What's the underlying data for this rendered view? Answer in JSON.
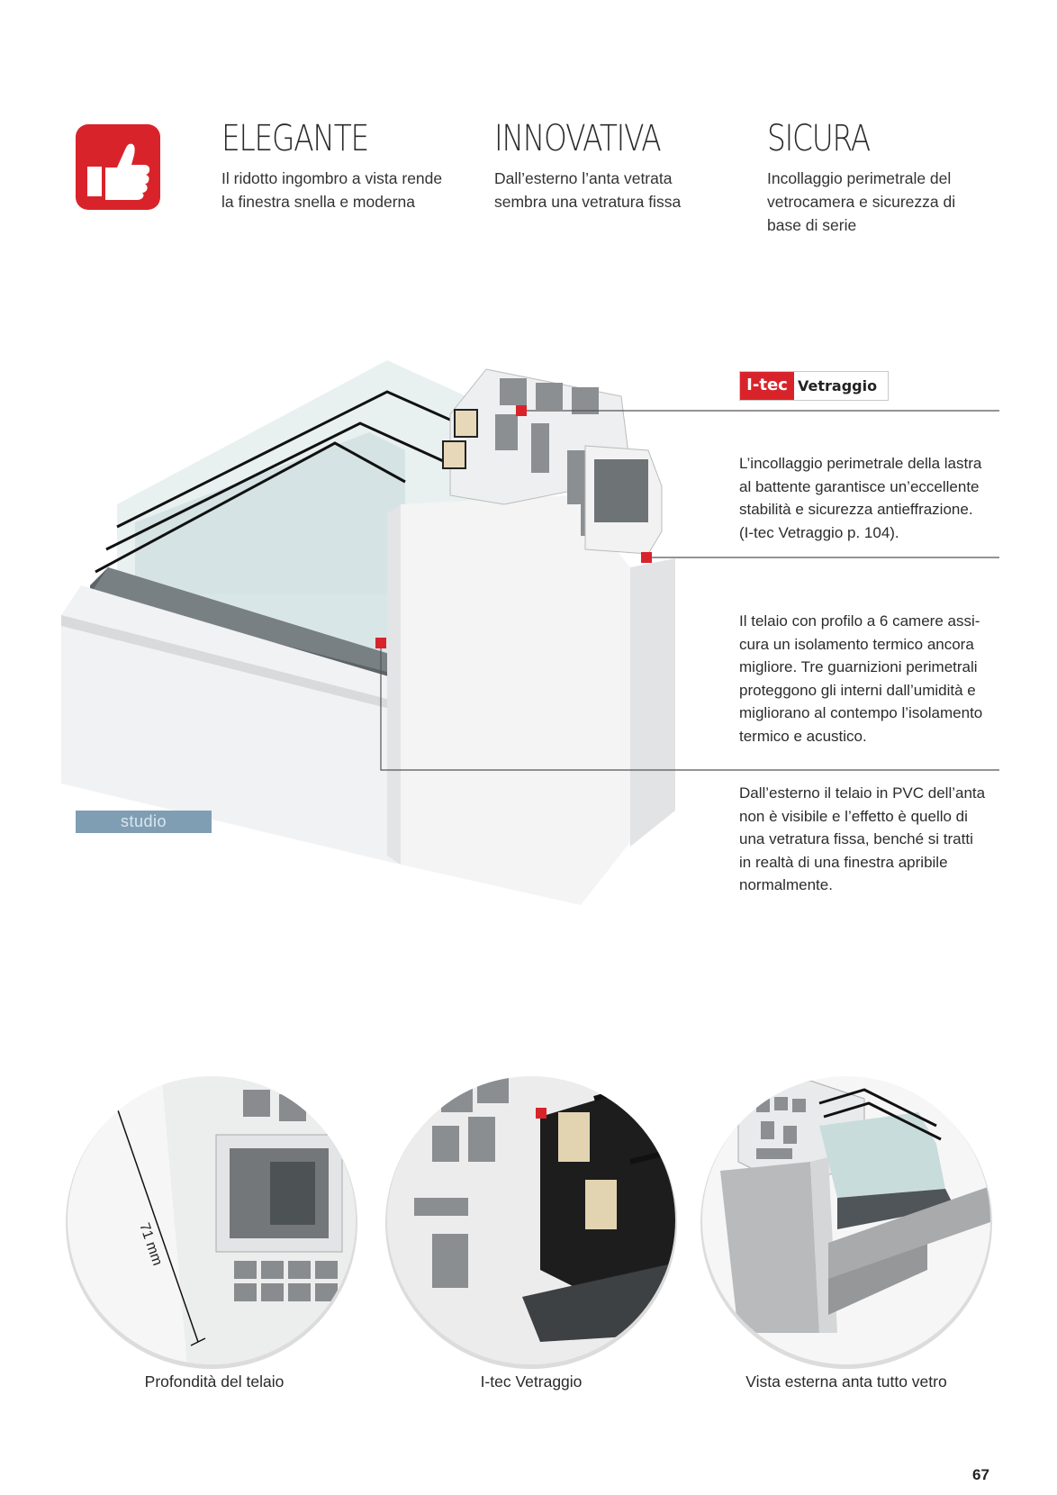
{
  "features": [
    {
      "title": "ELEGANTE",
      "text": [
        "Il ridotto ingombro a vista rende",
        "la finestra snella e moderna"
      ]
    },
    {
      "title": "INNOVATIVA",
      "text": [
        "Dall’esterno l’anta vetrata",
        "sembra una vetratura fissa"
      ]
    },
    {
      "title": "SICURA",
      "text": [
        "Incollaggio perimetrale del",
        "vetrocamera e sicurezza di",
        "base di serie"
      ]
    }
  ],
  "badge": {
    "brand": "I-tec",
    "label": "Vetraggio"
  },
  "callouts": [
    [
      "L’incollaggio perimetrale della lastra",
      "al battente garantisce un’eccellente",
      "stabilità e sicurezza antieffrazione.",
      "(I-tec Vetraggio p. 104)."
    ],
    [
      "Il telaio con profilo a 6 camere assi-",
      "cura un isolamento termico ancora",
      "migliore. Tre guarnizioni perimetrali",
      "proteggono gli interni dall’umidità e",
      "migliorano al contempo l’isolamento",
      "termico e acustico."
    ],
    [
      "Dall’esterno il telaio in PVC dell’anta",
      "non è visibile e l’effetto è quello di",
      "una vetratura fissa, benché si tratti",
      "in realtà di una finestra apribile",
      "normalmente."
    ]
  ],
  "product_tag": "studio",
  "dimension_label": "71 mm",
  "captions": [
    "Profondità del telaio",
    "I-tec Vetraggio",
    "Vista esterna anta tutto vetro"
  ],
  "page_number": "67",
  "colors": {
    "accent_red": "#d9232a",
    "tag_blue": "#7f9eb4",
    "glass": "#c9dcdc",
    "frame": "#e8e9eb"
  },
  "icons": [
    "thumbs-up-icon"
  ]
}
